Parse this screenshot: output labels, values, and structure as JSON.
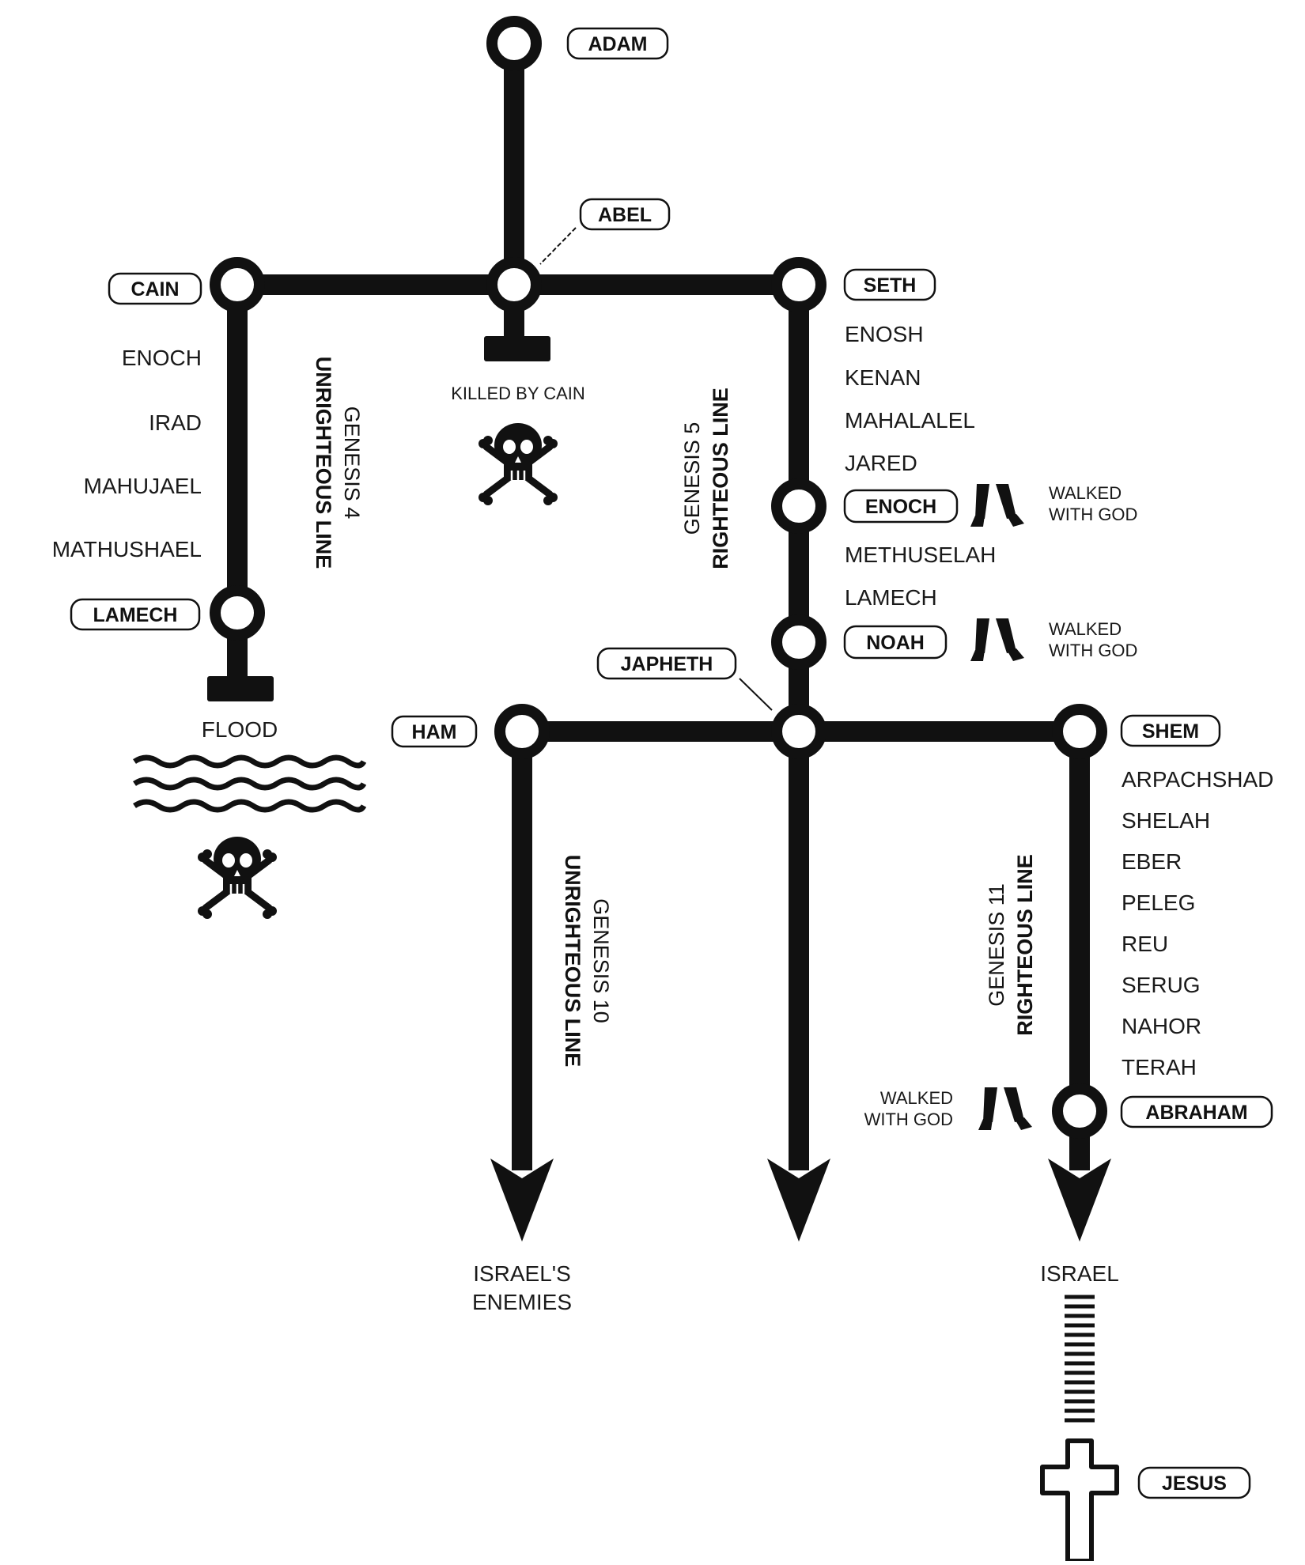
{
  "nodes": {
    "adam": "ADAM",
    "abel": "ABEL",
    "cain": "CAIN",
    "seth": "SETH",
    "lamech_cain": "LAMECH",
    "enoch_seth": "ENOCH",
    "noah": "NOAH",
    "japheth": "JAPHETH",
    "ham": "HAM",
    "shem": "SHEM",
    "abraham": "ABRAHAM",
    "jesus": "JESUS"
  },
  "cain_line": {
    "names": [
      "ENOCH",
      "IRAD",
      "MAHUJAEL",
      "MATHUSHAEL"
    ],
    "ref": "GENESIS 4",
    "title": "UNRIGHTEOUS LINE"
  },
  "seth_line": {
    "names_before_enoch": [
      "ENOSH",
      "KENAN",
      "MAHALALEL",
      "JARED"
    ],
    "names_after_enoch": [
      "METHUSELAH",
      "LAMECH"
    ],
    "ref": "GENESIS 5",
    "title": "RIGHTEOUS LINE"
  },
  "shem_line": {
    "names": [
      "ARPACHSHAD",
      "SHELAH",
      "EBER",
      "PELEG",
      "REU",
      "SERUG",
      "NAHOR",
      "TERAH"
    ],
    "ref": "GENESIS 11",
    "title": "RIGHTEOUS LINE"
  },
  "ham_line": {
    "ref": "GENESIS 10",
    "title": "UNRIGHTEOUS LINE"
  },
  "notes": {
    "killed_by_cain": "KILLED BY CAIN",
    "flood": "FLOOD",
    "walked_line1": "WALKED",
    "walked_line2": "WITH GOD",
    "enemies_line1": "ISRAEL'S",
    "enemies_line2": "ENEMIES",
    "israel": "ISRAEL"
  },
  "icons": {
    "skull": "skull-and-crossbones-icon",
    "feet": "walking-feet-icon",
    "waves": "flood-waves-icon",
    "cross": "cross-icon"
  },
  "colors": {
    "line": "#111111",
    "background": "#ffffff"
  }
}
